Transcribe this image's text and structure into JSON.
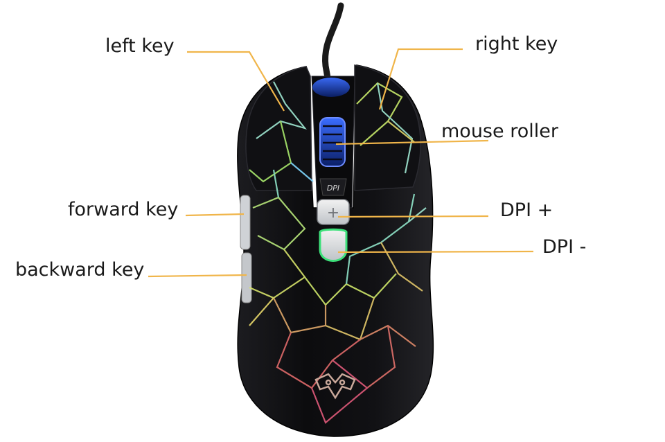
{
  "labels": {
    "left_key": "left key",
    "right_key": "right key",
    "mouse_roller": "mouse roller",
    "forward_key": "forward key",
    "dpi_plus": "DPI +",
    "backward_key": "backward key",
    "dpi_minus": "DPI -"
  },
  "button_marks": {
    "dpi_badge": "DPI",
    "plus_sign": "+"
  },
  "colors": {
    "leader_line": "#f0b54a",
    "mouse_body": "#0d0d0f",
    "scroll_glow": "#3b6dff",
    "dpi_minus_ring": "#3de07a",
    "label_text": "#1a1a1a"
  },
  "icons": {
    "logo": "dragon-crest-icon"
  }
}
